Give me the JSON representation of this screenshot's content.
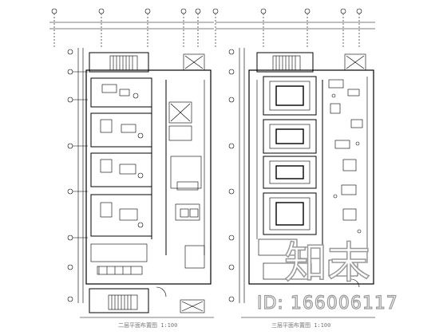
{
  "drawing": {
    "watermark_logo_text": "知末",
    "watermark_id": "ID: 166006117",
    "left_plan_label": "二层平面布置图  1:100",
    "right_plan_label": "三层平面布置图  1:100"
  },
  "colors": {
    "line": "#000000",
    "watermark": "#9a9a9a",
    "background": "#ffffff"
  }
}
